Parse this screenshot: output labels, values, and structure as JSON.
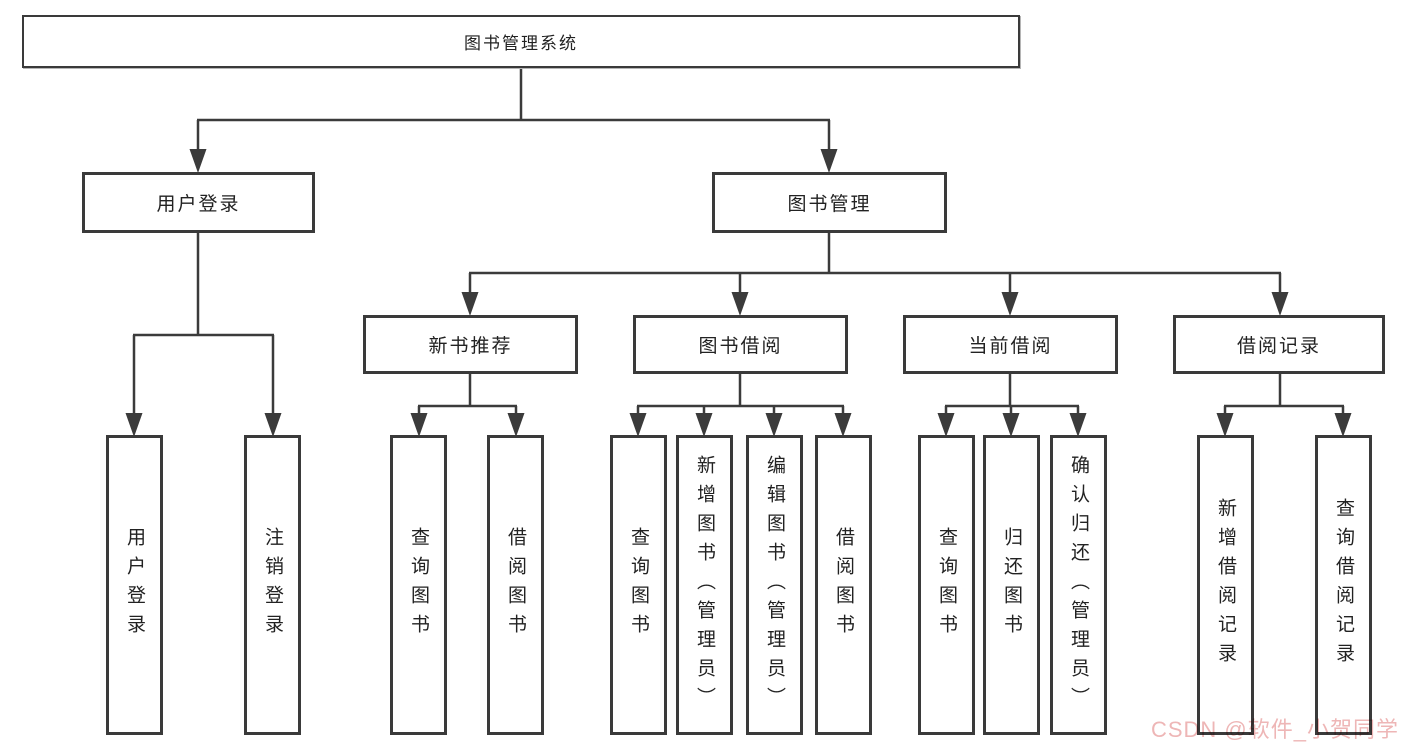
{
  "tree": {
    "label": "图书管理系统",
    "children": [
      {
        "label": "用户登录",
        "children": [
          {
            "label": "用户登录"
          },
          {
            "label": "注销登录"
          }
        ]
      },
      {
        "label": "图书管理",
        "children": [
          {
            "label": "新书推荐",
            "children": [
              {
                "label": "查询图书"
              },
              {
                "label": "借阅图书"
              }
            ]
          },
          {
            "label": "图书借阅",
            "children": [
              {
                "label": "查询图书"
              },
              {
                "label": "新增图书（管理员）"
              },
              {
                "label": "编辑图书（管理员）"
              },
              {
                "label": "借阅图书"
              }
            ]
          },
          {
            "label": "当前借阅",
            "children": [
              {
                "label": "查询图书"
              },
              {
                "label": "归还图书"
              },
              {
                "label": "确认归还（管理员）"
              }
            ]
          },
          {
            "label": "借阅记录",
            "children": [
              {
                "label": "新增借阅记录"
              },
              {
                "label": "查询借阅记录"
              }
            ]
          }
        ]
      }
    ]
  },
  "watermark": {
    "text": "CSDN @软件_小贺同学",
    "color": "#eeb6b6"
  },
  "colors": {
    "line": "#3b3b3b",
    "box_border": "#3a3a3a",
    "text": "#222222",
    "background": "#ffffff"
  }
}
